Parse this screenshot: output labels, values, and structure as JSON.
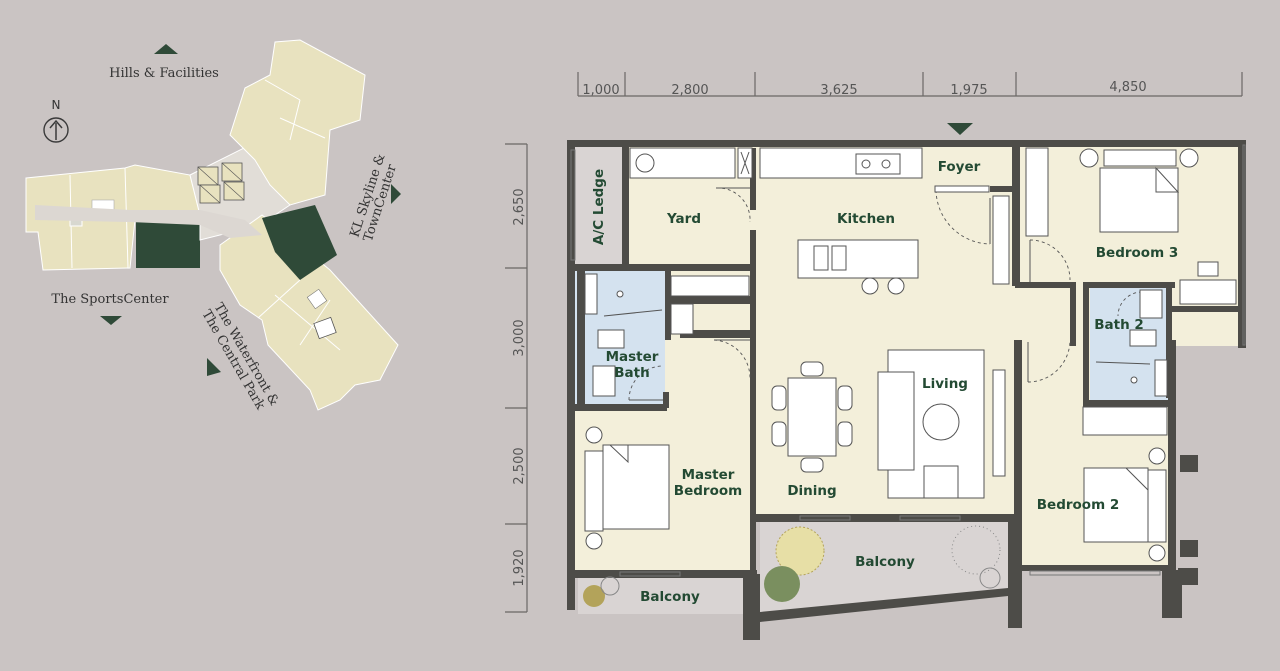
{
  "key_plan": {
    "north": "N",
    "directions": {
      "hills": "Hills & Facilities",
      "skyline_1": "KL Skyline &",
      "skyline_2": "TownCenter",
      "sports": "The SportsCenter",
      "waterfront_1": "The Waterfront &",
      "waterfront_2": "The Central Park"
    }
  },
  "dimensions": {
    "top": [
      "1,000",
      "2,800",
      "3,625",
      "1,975",
      "4,850"
    ],
    "left": [
      "2,650",
      "3,000",
      "2,500",
      "1,920"
    ]
  },
  "rooms": {
    "ac_ledge": "A/C Ledge",
    "yard": "Yard",
    "kitchen": "Kitchen",
    "foyer": "Foyer",
    "bedroom3": "Bedroom 3",
    "bath2": "Bath 2",
    "master_bath_1": "Master",
    "master_bath_2": "Bath",
    "living": "Living",
    "master_bedroom_1": "Master",
    "master_bedroom_2": "Bedroom",
    "dining": "Dining",
    "bedroom2": "Bedroom 2",
    "balcony_main": "Balcony",
    "balcony_master": "Balcony"
  },
  "colors": {
    "background": "#cac4c3",
    "wall": "#4d4c48",
    "floor": "#f3efda",
    "bath_floor": "#d4e2ef",
    "balcony_floor": "#d9d4d3",
    "building": "#e8e2bf",
    "highlight_unit": "#2f4a38",
    "accent_green": "#2f4a38",
    "room_label": "#234a33"
  }
}
